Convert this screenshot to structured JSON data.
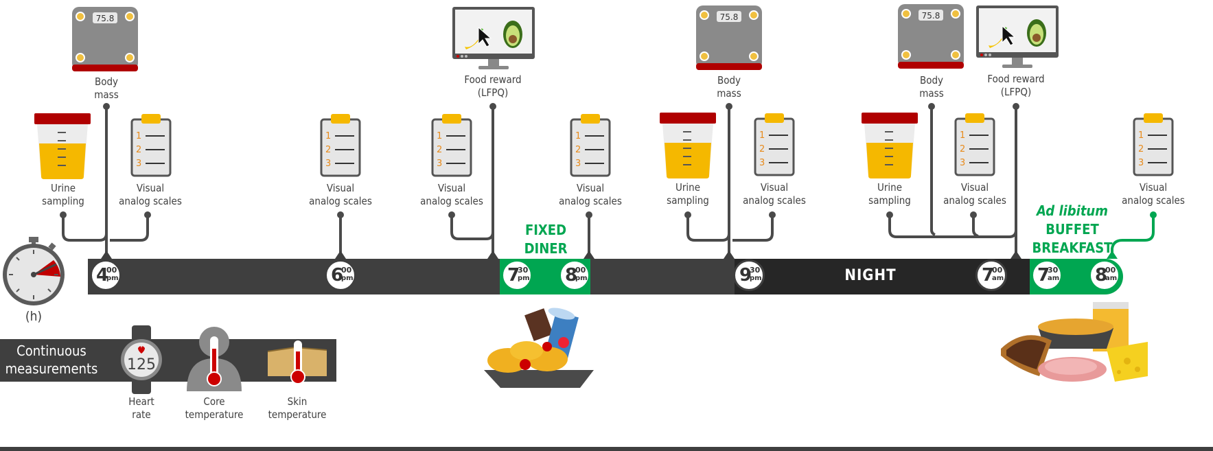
{
  "timeline": {
    "times": [
      {
        "hour": "4",
        "min": "00",
        "ampm": "pm"
      },
      {
        "hour": "6",
        "min": "00",
        "ampm": "pm"
      },
      {
        "hour": "7",
        "min": "30",
        "ampm": "pm"
      },
      {
        "hour": "8",
        "min": "00",
        "ampm": "pm"
      },
      {
        "hour": "9",
        "min": "30",
        "ampm": "pm"
      },
      {
        "hour": "7",
        "min": "00",
        "ampm": "am"
      },
      {
        "hour": "7",
        "min": "30",
        "ampm": "am"
      },
      {
        "hour": "8",
        "min": "00",
        "ampm": "am"
      }
    ],
    "night_label": "NIGHT",
    "hours_label": "(h)"
  },
  "labels": {
    "urine": [
      "Urine",
      "sampling"
    ],
    "vas": [
      "Visual",
      "analog scales"
    ],
    "body_mass": [
      "Body",
      "mass"
    ],
    "food_reward": [
      "Food reward",
      "(LFPQ)"
    ]
  },
  "scale_reading": "75.8",
  "vas_numbers": [
    "1",
    "2",
    "3"
  ],
  "meals": {
    "dinner": [
      "FIXED",
      "DINER"
    ],
    "breakfast": [
      "Ad libitum",
      "BUFFET",
      "BREAKFAST"
    ]
  },
  "continuous": {
    "title": [
      "Continuous",
      "measurements"
    ],
    "heart_rate_value": "125",
    "heart_rate": [
      "Heart",
      "rate"
    ],
    "core_temp": [
      "Core",
      "temperature"
    ],
    "skin_temp": [
      "Skin",
      "temperature"
    ]
  },
  "colors": {
    "dark_gray": "#3f3f3f",
    "night": "#262626",
    "green": "#00a651",
    "red": "#c00000",
    "urine_yellow": "#f5b800",
    "orange": "#f5a623"
  }
}
